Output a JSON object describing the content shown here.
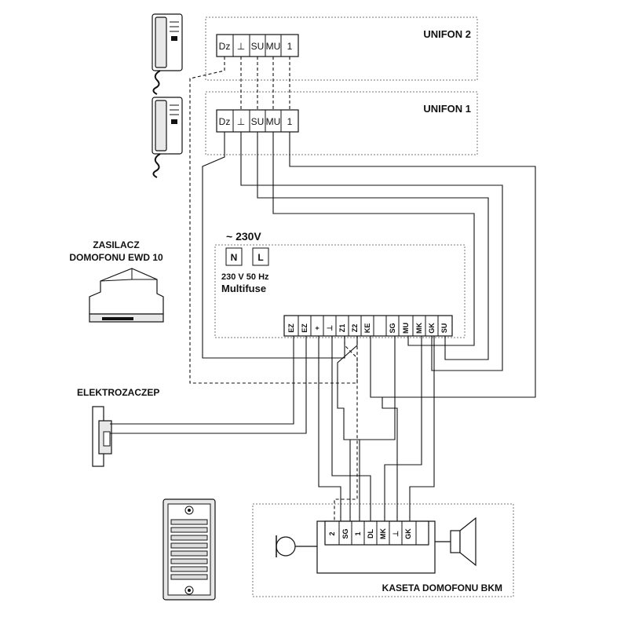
{
  "unifon2": {
    "title": "UNIFON 2",
    "terminals": [
      "Dz",
      "⊥",
      "SU",
      "MU",
      "1"
    ]
  },
  "unifon1": {
    "title": "UNIFON 1",
    "terminals": [
      "Dz",
      "⊥",
      "SU",
      "MU",
      "1"
    ]
  },
  "power_supply": {
    "title_line1": "ZASILACZ",
    "title_line2": "DOMOFONU EWD 10",
    "mains_label": "~ 230V",
    "terminal_n": "N",
    "terminal_l": "L",
    "rating": "230 V 50 Hz",
    "fuse": "Multifuse",
    "terminals": [
      "EZ",
      "EZ",
      "+",
      "⊥",
      "Z1",
      "Z2",
      "KE",
      "",
      "SG",
      "MU",
      "MK",
      "GK",
      "SU"
    ]
  },
  "door_strike": {
    "title": "ELEKTROZACZEP"
  },
  "door_panel": {
    "title": "KASETA DOMOFONU BKM",
    "terminals": [
      "2",
      "SG",
      "1",
      "DL",
      "MK",
      "⊥",
      "GK"
    ]
  }
}
